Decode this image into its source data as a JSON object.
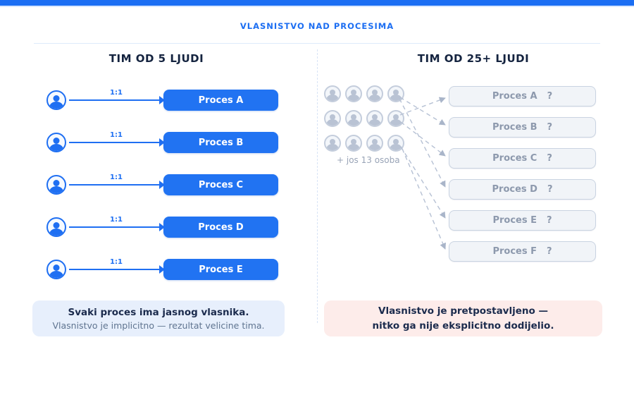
{
  "page": {
    "title": "VLASNISTVO NAD PROCESIMA"
  },
  "colors": {
    "accent_blue": "#1f6ff2",
    "muted_gray": "#b9c3d4",
    "callout_blue_bg": "#e7effc",
    "callout_pink_bg": "#fdecea"
  },
  "left_panel": {
    "heading": "TIM OD 5 LJUDI",
    "connection_label": "1:1",
    "processes": [
      "Proces A",
      "Proces B",
      "Proces C",
      "Proces D",
      "Proces E"
    ],
    "callout": {
      "title": "Svaki proces ima jasnog vlasnika.",
      "subtitle": "Vlasnistvo je implicitno — rezultat velicine tima."
    }
  },
  "right_panel": {
    "heading": "TIM OD 25+ LJUDI",
    "visible_people": 12,
    "more_people_label": "+ jos 13 osoba",
    "question_mark": "?",
    "processes": [
      "Proces A",
      "Proces B",
      "Proces C",
      "Proces D",
      "Proces E",
      "Proces F"
    ],
    "callout": {
      "line1": "Vlasnistvo je pretpostavljeno —",
      "line2": "nitko ga nije eksplicitno dodijelio."
    }
  }
}
